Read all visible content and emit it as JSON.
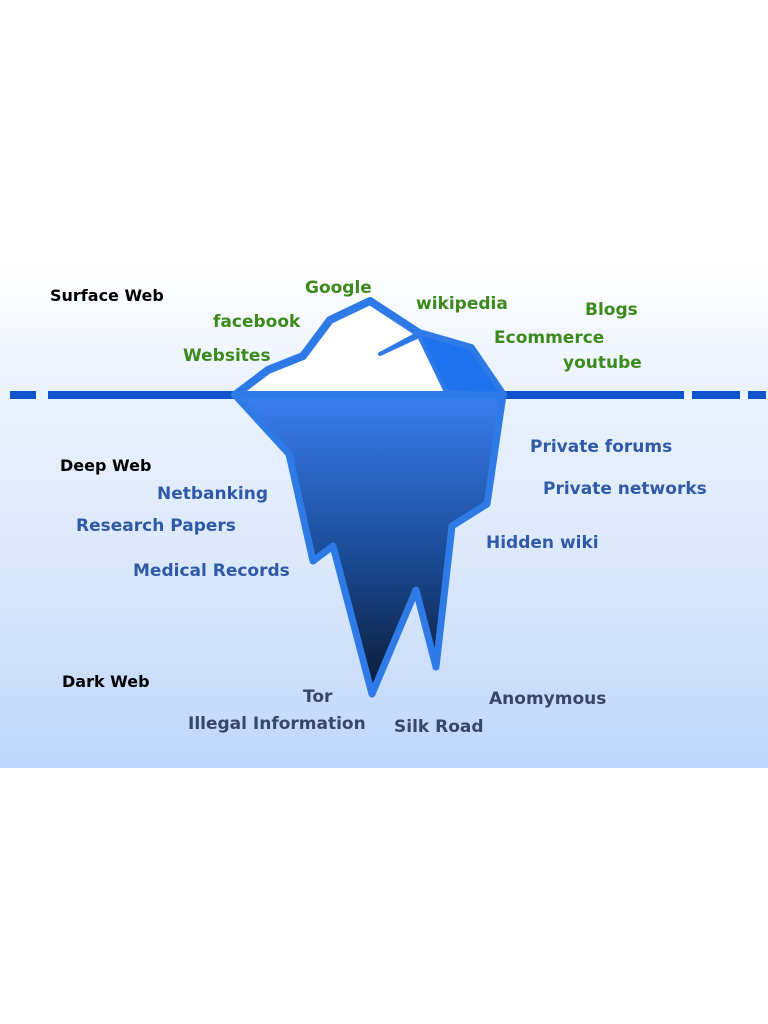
{
  "colors": {
    "background_top": "#ffffff",
    "background_bottom": "#bed7fa",
    "waterline": "#1155cc",
    "iceberg_outline": "#2e7be8",
    "iceberg_top": "#3a7ef0",
    "iceberg_bottom": "#0b1a33",
    "surface_labels": "#3c8a1e",
    "deep_labels": "#2e5aa8",
    "dark_labels": "#37476a",
    "section_labels": "#000000"
  },
  "sections": {
    "surface": "Surface Web",
    "deep": "Deep Web",
    "dark": "Dark Web"
  },
  "surface_items": {
    "google": "Google",
    "wikipedia": "wikipedia",
    "blogs": "Blogs",
    "facebook": "facebook",
    "ecommerce": "Ecommerce",
    "websites": "Websites",
    "youtube": "youtube"
  },
  "deep_items": {
    "private_forums": "Private forums",
    "netbanking": "Netbanking",
    "private_networks": "Private networks",
    "research_papers": "Research Papers",
    "hidden_wiki": "Hidden wiki",
    "medical_records": "Medical Records"
  },
  "dark_items": {
    "tor": "Tor",
    "anonymous": "Anomymous",
    "illegal_information": "Illegal Information",
    "silk_road": "Silk Road"
  }
}
